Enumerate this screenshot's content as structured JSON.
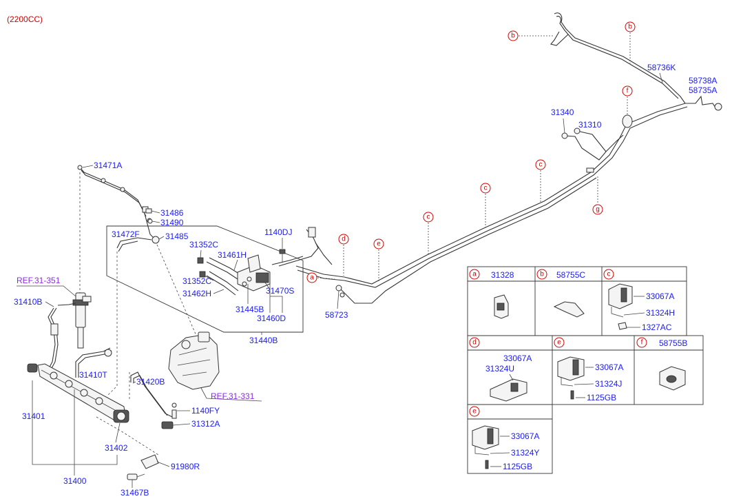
{
  "header": "(2200CC)",
  "labels": {
    "p58736K": "58736K",
    "p58738A": "58738A",
    "p58735A": "58735A",
    "p31340": "31340",
    "p31310": "31310",
    "p31471A": "31471A",
    "p31486": "31486",
    "p31490": "31490",
    "p31472F": "31472F",
    "p31485": "31485",
    "p1140DJ": "1140DJ",
    "p31352C_a": "31352C",
    "p31461H": "31461H",
    "p31352C_b": "31352C",
    "p31462H": "31462H",
    "p31470S": "31470S",
    "p31445B": "31445B",
    "p31460D": "31460D",
    "p31440B": "31440B",
    "p58723": "58723",
    "p31410B": "31410B",
    "p31410T": "31410T",
    "p31420B": "31420B",
    "p1140FY": "1140FY",
    "p31312A": "31312A",
    "p31401": "31401",
    "p31402": "31402",
    "p31400": "31400",
    "p91980R": "91980R",
    "p31467B": "31467B"
  },
  "refs": {
    "ref1": "REF.31-351",
    "ref2": "REF.31-331"
  },
  "callouts": {
    "b1": "b",
    "b2": "b",
    "f": "f",
    "c1": "c",
    "c2": "c",
    "c3": "c",
    "g": "g",
    "d": "d",
    "e": "e",
    "a": "a"
  },
  "table": {
    "a": {
      "letter": "a",
      "part": "31328"
    },
    "b": {
      "letter": "b",
      "part": "58755C"
    },
    "c": {
      "letter": "c",
      "parts": [
        "33067A",
        "31324H",
        "1327AC"
      ]
    },
    "d": {
      "letter": "d",
      "parts": [
        "33067A",
        "31324U"
      ]
    },
    "e1": {
      "letter": "e",
      "parts": [
        "33067A",
        "31324J",
        "1125GB"
      ]
    },
    "f": {
      "letter": "f",
      "part": "58755B"
    },
    "e2": {
      "letter": "e",
      "parts": [
        "33067A",
        "31324Y",
        "1125GB"
      ]
    }
  }
}
